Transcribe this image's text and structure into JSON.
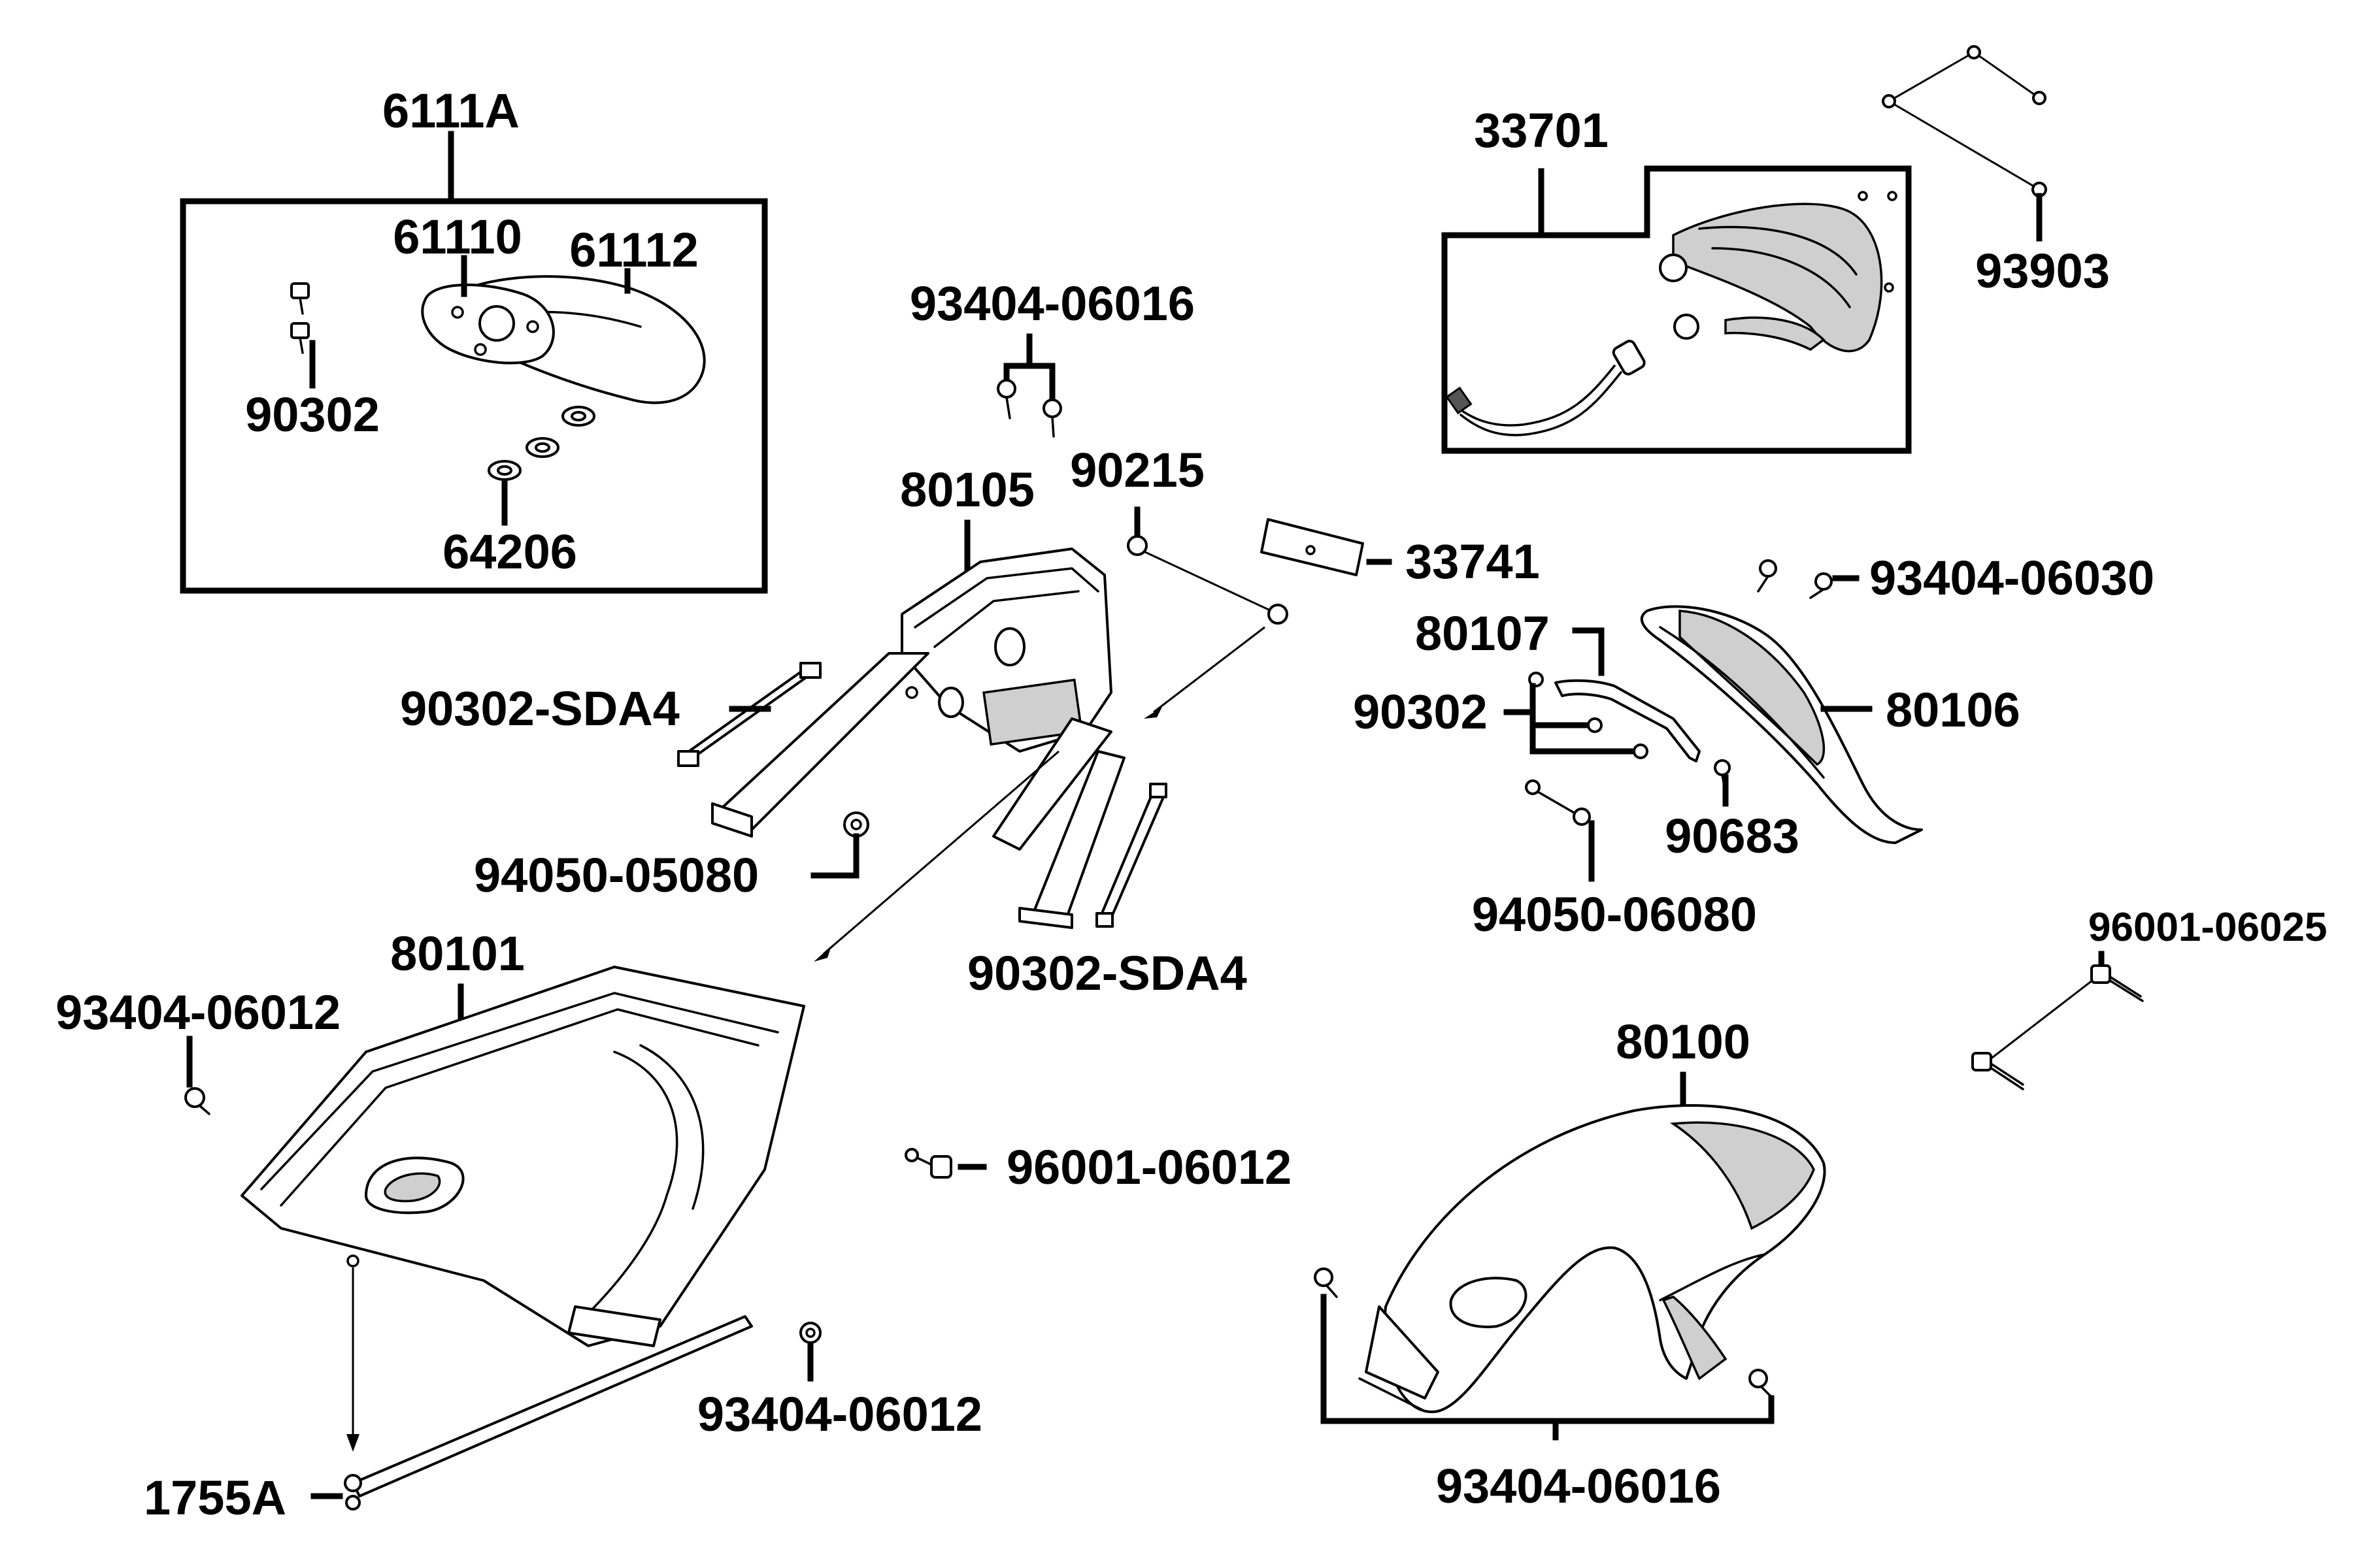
{
  "labels": {
    "p6111A": "6111A",
    "p61110": "61110",
    "p61112": "61112",
    "p90302_seat": "90302",
    "p64206": "64206",
    "p93404_06016_top": "93404-06016",
    "p90215": "90215",
    "p80105": "80105",
    "p33741": "33741",
    "p33701": "33701",
    "p93903": "93903",
    "p93404_06030": "93404-06030",
    "p80107": "80107",
    "p90302_bracket": "90302",
    "p80106": "80106",
    "p90683": "90683",
    "p94050_06080": "94050-06080",
    "p90302_SDA4_upper": "90302-SDA4",
    "p94050_05080": "94050-05080",
    "p90302_SDA4_lower": "90302-SDA4",
    "p80101": "80101",
    "p93404_06012_left": "93404-06012",
    "p96001_06012": "96001-06012",
    "p93404_06012_bottom": "93404-06012",
    "p1755A": "1755A",
    "p96001_06025": "96001-06025",
    "p80100": "80100",
    "p93404_06016_bottom": "93404-06016"
  },
  "colors": {
    "line": "#000000",
    "background": "#ffffff",
    "shade": "#cfcfcf"
  }
}
